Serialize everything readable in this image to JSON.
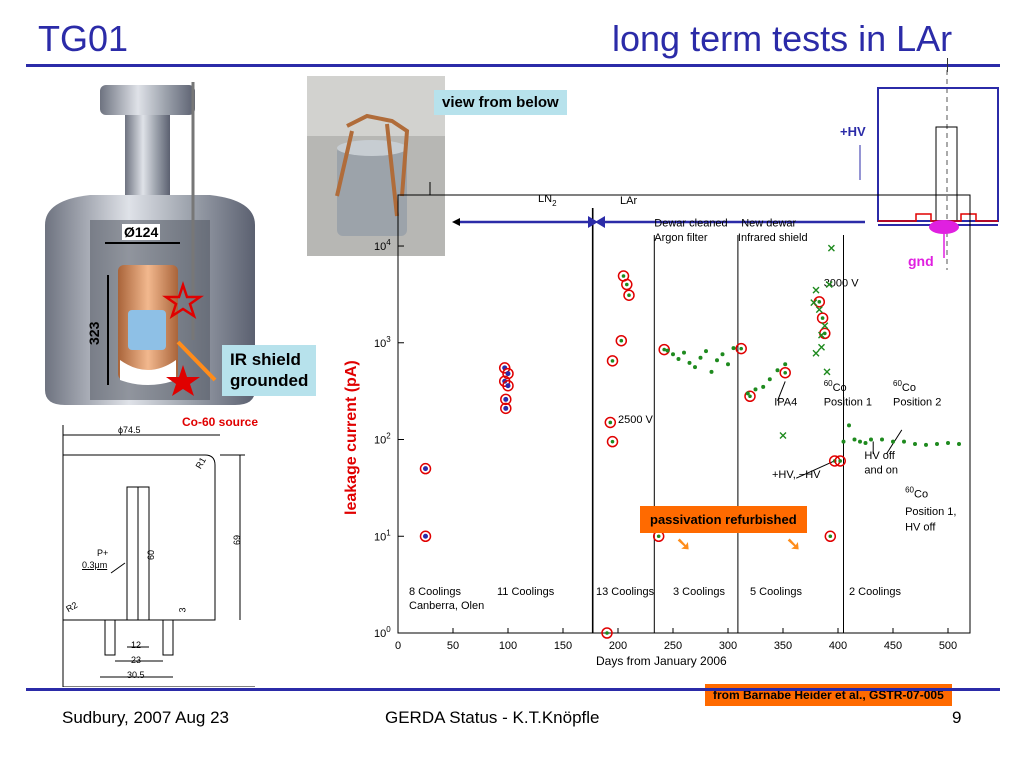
{
  "slide": {
    "title_left": "TG01",
    "title_right": "long term tests in LAr",
    "footer_left": "Sudbury, 2007 Aug 23",
    "footer_center": "GERDA  Status - K.T.Knöpfle",
    "footer_right": "9"
  },
  "cryostat": {
    "diameter_label": "Ø124",
    "height_label": "323",
    "ir_shield_label": "IR shield\ngrounded",
    "source_label": "Co-60 source"
  },
  "drawing": {
    "dim_width": "ϕ74.5",
    "dim_r1": "R1",
    "dim_height": "69",
    "dim_inner": "60",
    "dim_p": "P+",
    "dim_p_thick": "0.3μm",
    "dim_r2": "R2",
    "dim_3": "3",
    "dim_12": "12",
    "dim_23": "23",
    "dim_305": "30.5"
  },
  "photo": {
    "label": "view from below"
  },
  "schematic": {
    "hv_label": "+HV",
    "gnd_label": "gnd"
  },
  "source_note": "from Barnabe Heider et al., GSTR-07-005",
  "colors": {
    "title": "#2b2ba8",
    "accent_red": "#e00000",
    "highlight_blue": "#b7e2ec",
    "orange": "#ff6a00",
    "green": "#1e8a1e",
    "magenta": "#e020e0"
  },
  "chart_data": {
    "type": "scatter",
    "xlabel": "Days from January 2006",
    "ylabel": "leakage current (pA)",
    "xlim": [
      0,
      520
    ],
    "ylim_log10": [
      0,
      4.3
    ],
    "x_ticks": [
      0,
      50,
      100,
      150,
      200,
      250,
      300,
      350,
      400,
      450,
      500
    ],
    "y_ticks": [
      {
        "base": "10",
        "exp": "0",
        "log": 0
      },
      {
        "base": "10",
        "exp": "1",
        "log": 1
      },
      {
        "base": "10",
        "exp": "2",
        "log": 2
      },
      {
        "base": "10",
        "exp": "3",
        "log": 3
      },
      {
        "base": "10",
        "exp": "4",
        "log": 4
      }
    ],
    "phase_labels": {
      "ln2": "LN",
      "ln2_sub": "2",
      "lar": "LAr"
    },
    "vertical_lines": [
      177,
      233,
      309,
      405
    ],
    "annotations": [
      {
        "text": "Dewar cleaned",
        "x": 233,
        "y_log": 4.2
      },
      {
        "text": "Argon filter",
        "x": 233,
        "y_log": 4.05
      },
      {
        "text": "New dewar",
        "x": 312,
        "y_log": 4.2
      },
      {
        "text": "Infrared shield",
        "x": 309,
        "y_log": 4.05
      },
      {
        "text": "3000 V",
        "x": 387,
        "y_log": 3.58
      },
      {
        "text": "2500 V",
        "x": 200,
        "y_log": 2.17
      },
      {
        "text": "IPA4",
        "x": 342,
        "y_log": 2.35
      },
      {
        "text": "HV off",
        "x": 424,
        "y_log": 1.8
      },
      {
        "text": "and on",
        "x": 424,
        "y_log": 1.65
      },
      {
        "text": "+HV, −HV",
        "x": 340,
        "y_log": 1.6
      },
      {
        "text": "Position 1",
        "x": 387,
        "y_log": 2.35
      },
      {
        "text": "Position 2",
        "x": 450,
        "y_log": 2.35
      },
      {
        "text": "Position 1,",
        "x": 461,
        "y_log": 1.22
      },
      {
        "text": "HV off",
        "x": 461,
        "y_log": 1.06
      },
      {
        "text": "passivation refurbished",
        "x": 240,
        "y_log": 1.28
      }
    ],
    "co_labels": [
      {
        "sup": "60",
        "text": "Co",
        "x": 387,
        "y_log": 2.5
      },
      {
        "sup": "60",
        "text": "Co",
        "x": 450,
        "y_log": 2.5
      },
      {
        "sup": "60",
        "text": "Co",
        "x": 461,
        "y_log": 1.4
      }
    ],
    "coolings": [
      {
        "text": "8 Coolings",
        "x": 10
      },
      {
        "text": "11 Coolings",
        "x": 90
      },
      {
        "text": "13 Coolings",
        "x": 180
      },
      {
        "text": "3 Coolings",
        "x": 250
      },
      {
        "text": "5 Coolings",
        "x": 320
      },
      {
        "text": "2 Coolings",
        "x": 410
      }
    ],
    "canberra": "Canberra, Olen",
    "series": [
      {
        "marker": "circle-x",
        "points": [
          [
            25,
            50
          ],
          [
            25,
            10
          ],
          [
            97,
            550
          ],
          [
            100,
            480
          ],
          [
            97,
            400
          ],
          [
            100,
            360
          ],
          [
            98,
            260
          ],
          [
            98,
            210
          ]
        ]
      },
      {
        "marker": "red-circle",
        "points": [
          [
            190,
            1
          ],
          [
            193,
            150
          ],
          [
            195,
            95
          ],
          [
            205,
            4900
          ],
          [
            208,
            4000
          ],
          [
            210,
            3100
          ],
          [
            195,
            650
          ],
          [
            203,
            1050
          ],
          [
            237,
            10
          ],
          [
            242,
            850
          ],
          [
            312,
            870
          ],
          [
            320,
            280
          ],
          [
            352,
            490
          ],
          [
            383,
            2650
          ],
          [
            386,
            1800
          ],
          [
            388,
            1250
          ],
          [
            393,
            10
          ],
          [
            397,
            60
          ],
          [
            402,
            60
          ]
        ]
      },
      {
        "marker": "green-dot",
        "points": [
          [
            245,
            830
          ],
          [
            250,
            760
          ],
          [
            255,
            680
          ],
          [
            260,
            790
          ],
          [
            265,
            620
          ],
          [
            270,
            560
          ],
          [
            275,
            700
          ],
          [
            280,
            820
          ],
          [
            285,
            500
          ],
          [
            290,
            660
          ],
          [
            295,
            760
          ],
          [
            300,
            600
          ],
          [
            305,
            880
          ],
          [
            318,
            300
          ],
          [
            325,
            330
          ],
          [
            332,
            350
          ],
          [
            338,
            420
          ],
          [
            345,
            520
          ],
          [
            352,
            600
          ],
          [
            405,
            95
          ],
          [
            410,
            140
          ],
          [
            415,
            100
          ],
          [
            420,
            95
          ],
          [
            425,
            92
          ],
          [
            430,
            100
          ],
          [
            440,
            100
          ],
          [
            450,
            95
          ],
          [
            460,
            95
          ],
          [
            470,
            90
          ],
          [
            480,
            88
          ],
          [
            490,
            90
          ],
          [
            500,
            92
          ],
          [
            510,
            90
          ]
        ]
      },
      {
        "marker": "green-x",
        "points": [
          [
            380,
            3500
          ],
          [
            383,
            2200
          ],
          [
            388,
            1500
          ],
          [
            390,
            500
          ],
          [
            394,
            9500
          ],
          [
            385,
            900
          ],
          [
            385,
            1200
          ],
          [
            380,
            780
          ],
          [
            378,
            2600
          ],
          [
            392,
            4000
          ],
          [
            350,
            110
          ]
        ]
      }
    ]
  }
}
